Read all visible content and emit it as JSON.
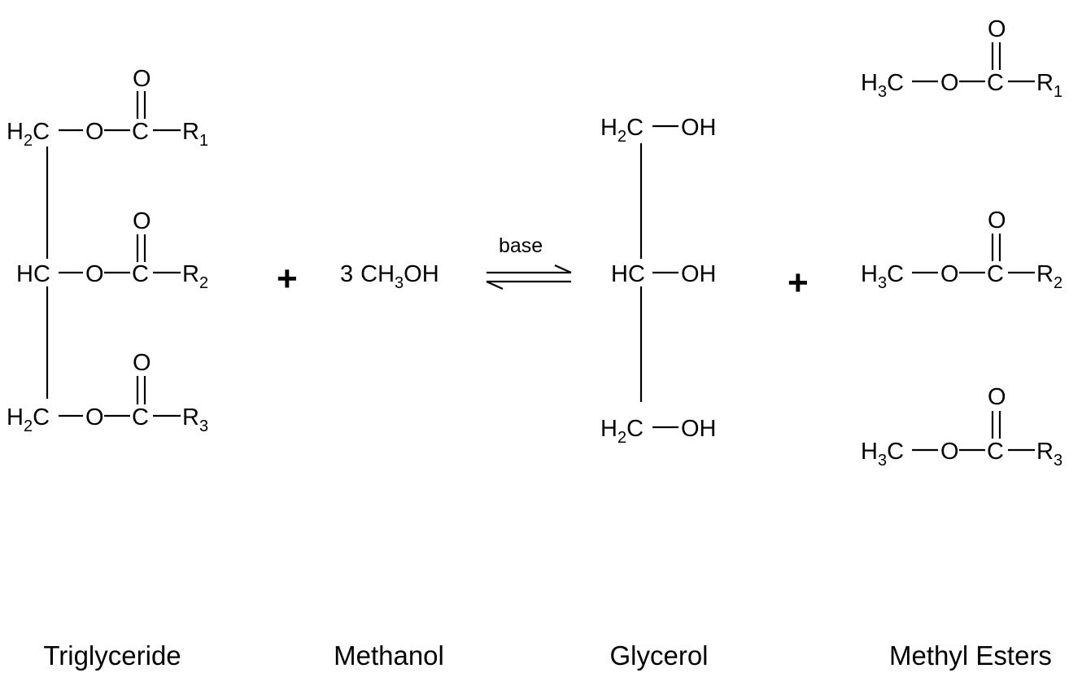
{
  "reaction": {
    "plus": "+",
    "condition": "base",
    "arrow": "equilibrium-arrows"
  },
  "triglyceride": {
    "rows": [
      {
        "left": "H2C",
        "left_main": "H",
        "left_sub": "2",
        "left_tail": "C",
        "o": "O",
        "c": "C",
        "carbonyl_o": "O",
        "r": "R",
        "r_sub": "1"
      },
      {
        "left": "HC",
        "left_main": "HC",
        "left_sub": "",
        "left_tail": "",
        "o": "O",
        "c": "C",
        "carbonyl_o": "O",
        "r": "R",
        "r_sub": "2"
      },
      {
        "left": "H2C",
        "left_main": "H",
        "left_sub": "2",
        "left_tail": "C",
        "o": "O",
        "c": "C",
        "carbonyl_o": "O",
        "r": "R",
        "r_sub": "3"
      }
    ]
  },
  "methanol": {
    "coef": "3",
    "formula_main": "CH",
    "formula_sub": "3",
    "formula_tail": "OH"
  },
  "glycerol": {
    "rows": [
      {
        "left_main": "H",
        "left_sub": "2",
        "left_tail": "C",
        "oh": "OH"
      },
      {
        "left_main": "HC",
        "left_sub": "",
        "left_tail": "",
        "oh": "OH"
      },
      {
        "left_main": "H",
        "left_sub": "2",
        "left_tail": "C",
        "oh": "OH"
      }
    ]
  },
  "methyl_esters": {
    "rows": [
      {
        "h": "H",
        "h_sub": "3",
        "c1": "C",
        "o": "O",
        "c": "C",
        "carbonyl_o": "O",
        "r": "R",
        "r_sub": "1"
      },
      {
        "h": "H",
        "h_sub": "3",
        "c1": "C",
        "o": "O",
        "c": "C",
        "carbonyl_o": "O",
        "r": "R",
        "r_sub": "2"
      },
      {
        "h": "H",
        "h_sub": "3",
        "c1": "C",
        "o": "O",
        "c": "C",
        "carbonyl_o": "O",
        "r": "R",
        "r_sub": "3"
      }
    ]
  },
  "captions": {
    "triglyceride": "Triglyceride",
    "methanol": "Methanol",
    "glycerol": "Glycerol",
    "methyl_esters": "Methyl Esters"
  }
}
